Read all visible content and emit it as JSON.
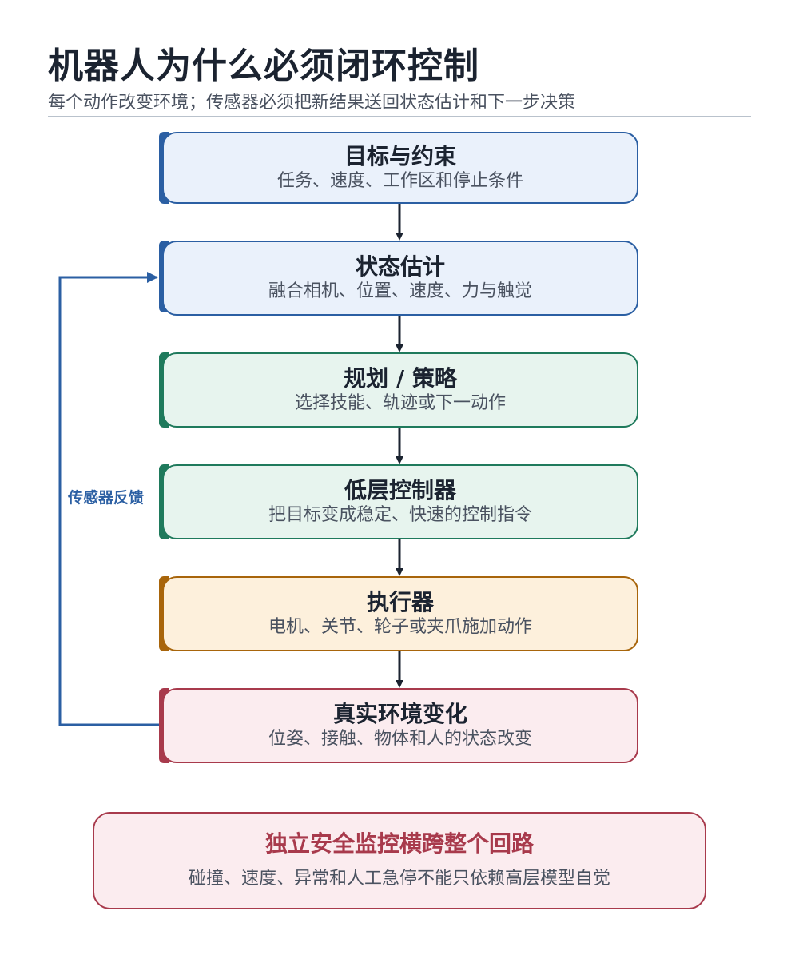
{
  "header": {
    "title": "机器人为什么必须闭环控制",
    "subtitle": "每个动作改变环境；传感器必须把新结果送回状态估计和下一步决策"
  },
  "steps": [
    {
      "title": "目标与约束",
      "subtitle": "任务、速度、工作区和停止条件",
      "color": "#2b5fa3"
    },
    {
      "title": "状态估计",
      "subtitle": "融合相机、位置、速度、力与触觉",
      "color": "#2b5fa3"
    },
    {
      "title": "规划 / 策略",
      "subtitle": "选择技能、轨迹或下一动作",
      "color": "#1f7a5c"
    },
    {
      "title": "低层控制器",
      "subtitle": "把目标变成稳定、快速的控制指令",
      "color": "#1f7a5c"
    },
    {
      "title": "执行器",
      "subtitle": "电机、关节、轮子或夹爪施加动作",
      "color": "#a8650b"
    },
    {
      "title": "真实环境变化",
      "subtitle": "位姿、接触、物体和人的状态改变",
      "color": "#a83a4c"
    }
  ],
  "feedback": {
    "label": "传感器反馈",
    "color": "#2b5fa3"
  },
  "note": {
    "title": "独立安全监控横跨整个回路",
    "subtitle": "碰撞、速度、异常和人工急停不能只依赖高层模型自觉",
    "color": "#a83a4c"
  }
}
